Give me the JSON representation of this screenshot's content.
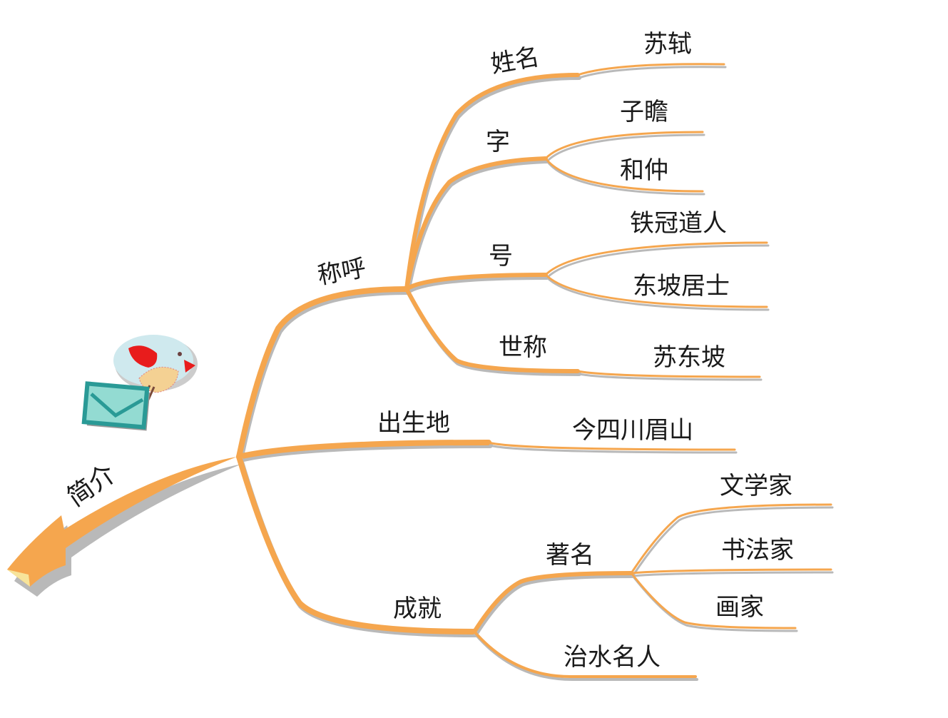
{
  "root": {
    "label": "简介"
  },
  "colors": {
    "branch": "#f5a64e",
    "shadow": "#b9b9b9",
    "text": "#1a1a1a"
  },
  "nodes": {
    "chenghu": {
      "label": "称呼"
    },
    "xingming": {
      "label": "姓名"
    },
    "sushi": {
      "label": "苏轼"
    },
    "zi": {
      "label": "字"
    },
    "zizhan": {
      "label": "子瞻"
    },
    "hezhong": {
      "label": "和仲"
    },
    "hao": {
      "label": "号"
    },
    "tieguan": {
      "label": "铁冠道人"
    },
    "dongpojushi": {
      "label": "东坡居士"
    },
    "shicheng": {
      "label": "世称"
    },
    "sudongpo": {
      "label": "苏东坡"
    },
    "chushengdi": {
      "label": "出生地"
    },
    "meishan": {
      "label": "今四川眉山"
    },
    "chengjiu": {
      "label": "成就"
    },
    "zhuming": {
      "label": "著名"
    },
    "wenxuejia": {
      "label": "文学家"
    },
    "shufajia": {
      "label": "书法家"
    },
    "huajia": {
      "label": "画家"
    },
    "zhishui": {
      "label": "治水名人"
    }
  },
  "decoration": {
    "icon": "bird-with-envelope-icon"
  }
}
